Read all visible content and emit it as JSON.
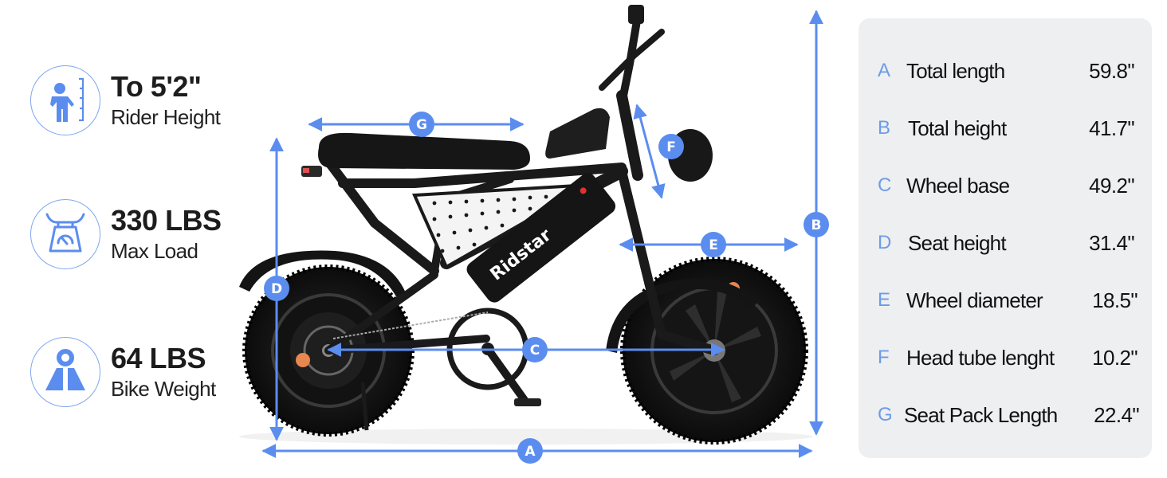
{
  "features": [
    {
      "icon": "rider-height-icon",
      "value": "To 5'2\"",
      "label": "Rider Height"
    },
    {
      "icon": "scale-icon",
      "value": "330 LBS",
      "label": "Max Load"
    },
    {
      "icon": "weight-icon",
      "value": "64 LBS",
      "label": "Bike Weight"
    }
  ],
  "bike": {
    "brand": "Ridstar"
  },
  "markers": {
    "A": "A",
    "B": "B",
    "C": "C",
    "D": "D",
    "E": "E",
    "F": "F",
    "G": "G"
  },
  "specs": [
    {
      "letter": "A",
      "name": "Total length",
      "value": "59.8\""
    },
    {
      "letter": "B",
      "name": "Total height",
      "value": "41.7\""
    },
    {
      "letter": "C",
      "name": "Wheel base",
      "value": "49.2\""
    },
    {
      "letter": "D",
      "name": "Seat height",
      "value": "31.4\""
    },
    {
      "letter": "E",
      "name": "Wheel diameter",
      "value": "18.5\""
    },
    {
      "letter": "F",
      "name": "Head tube lenght",
      "value": "10.2\""
    },
    {
      "letter": "G",
      "name": "Seat Pack Length",
      "value": "22.4\""
    }
  ],
  "colors": {
    "accent": "#5b8def",
    "accent_light": "#7fa6ee",
    "panel_bg": "#eeeff0",
    "bike_body": "#1a1a1a"
  }
}
